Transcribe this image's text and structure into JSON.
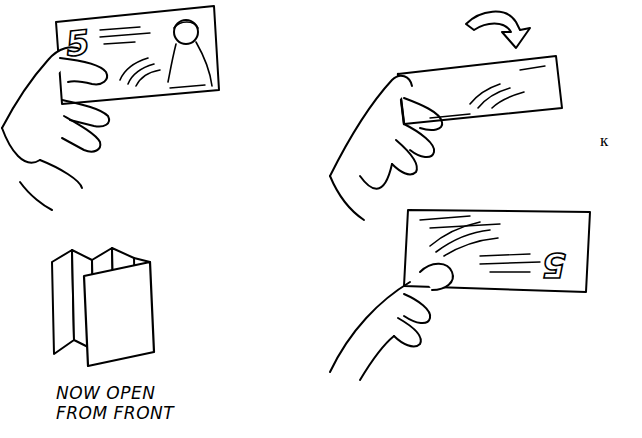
{
  "diagram": {
    "labels": [
      "5",
      "5",
      "к",
      "NOW OPEN FROM FRONT"
    ]
  }
}
